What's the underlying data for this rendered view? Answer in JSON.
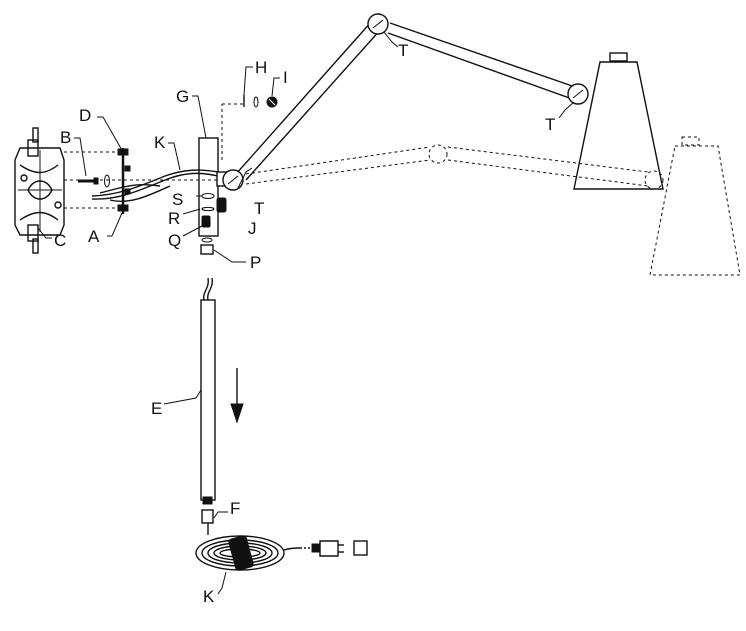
{
  "labels": {
    "A": "A",
    "B": "B",
    "C": "C",
    "D": "D",
    "E": "E",
    "F": "F",
    "G": "G",
    "H": "H",
    "I": "I",
    "J": "J",
    "K_upper": "K",
    "K_lower": "K",
    "P": "P",
    "Q": "Q",
    "R": "R",
    "S": "S",
    "T_top": "T",
    "T_shade": "T",
    "T_base": "T"
  },
  "colors": {
    "ink": "#111111",
    "paper": "#ffffff"
  },
  "icons": {
    "direction": "down-arrow-icon",
    "plug": "power-plug-icon"
  }
}
